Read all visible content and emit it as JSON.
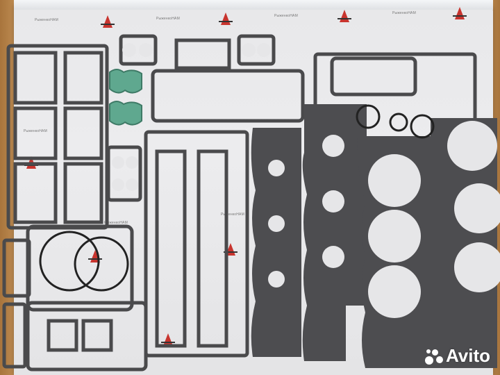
{
  "photo": {
    "subject": "outboard engine gasket kit laid on printed paper",
    "watermark_text": "РыженкоНАМ",
    "watermark_logo": "red-star-logo",
    "site_watermark": "Avito"
  },
  "colors": {
    "gasket": "#4a4a4c",
    "green_gasket": "#5fa88f",
    "paper": "#e9e9eb",
    "wood": "#b9854a",
    "star": "#c8342e"
  }
}
